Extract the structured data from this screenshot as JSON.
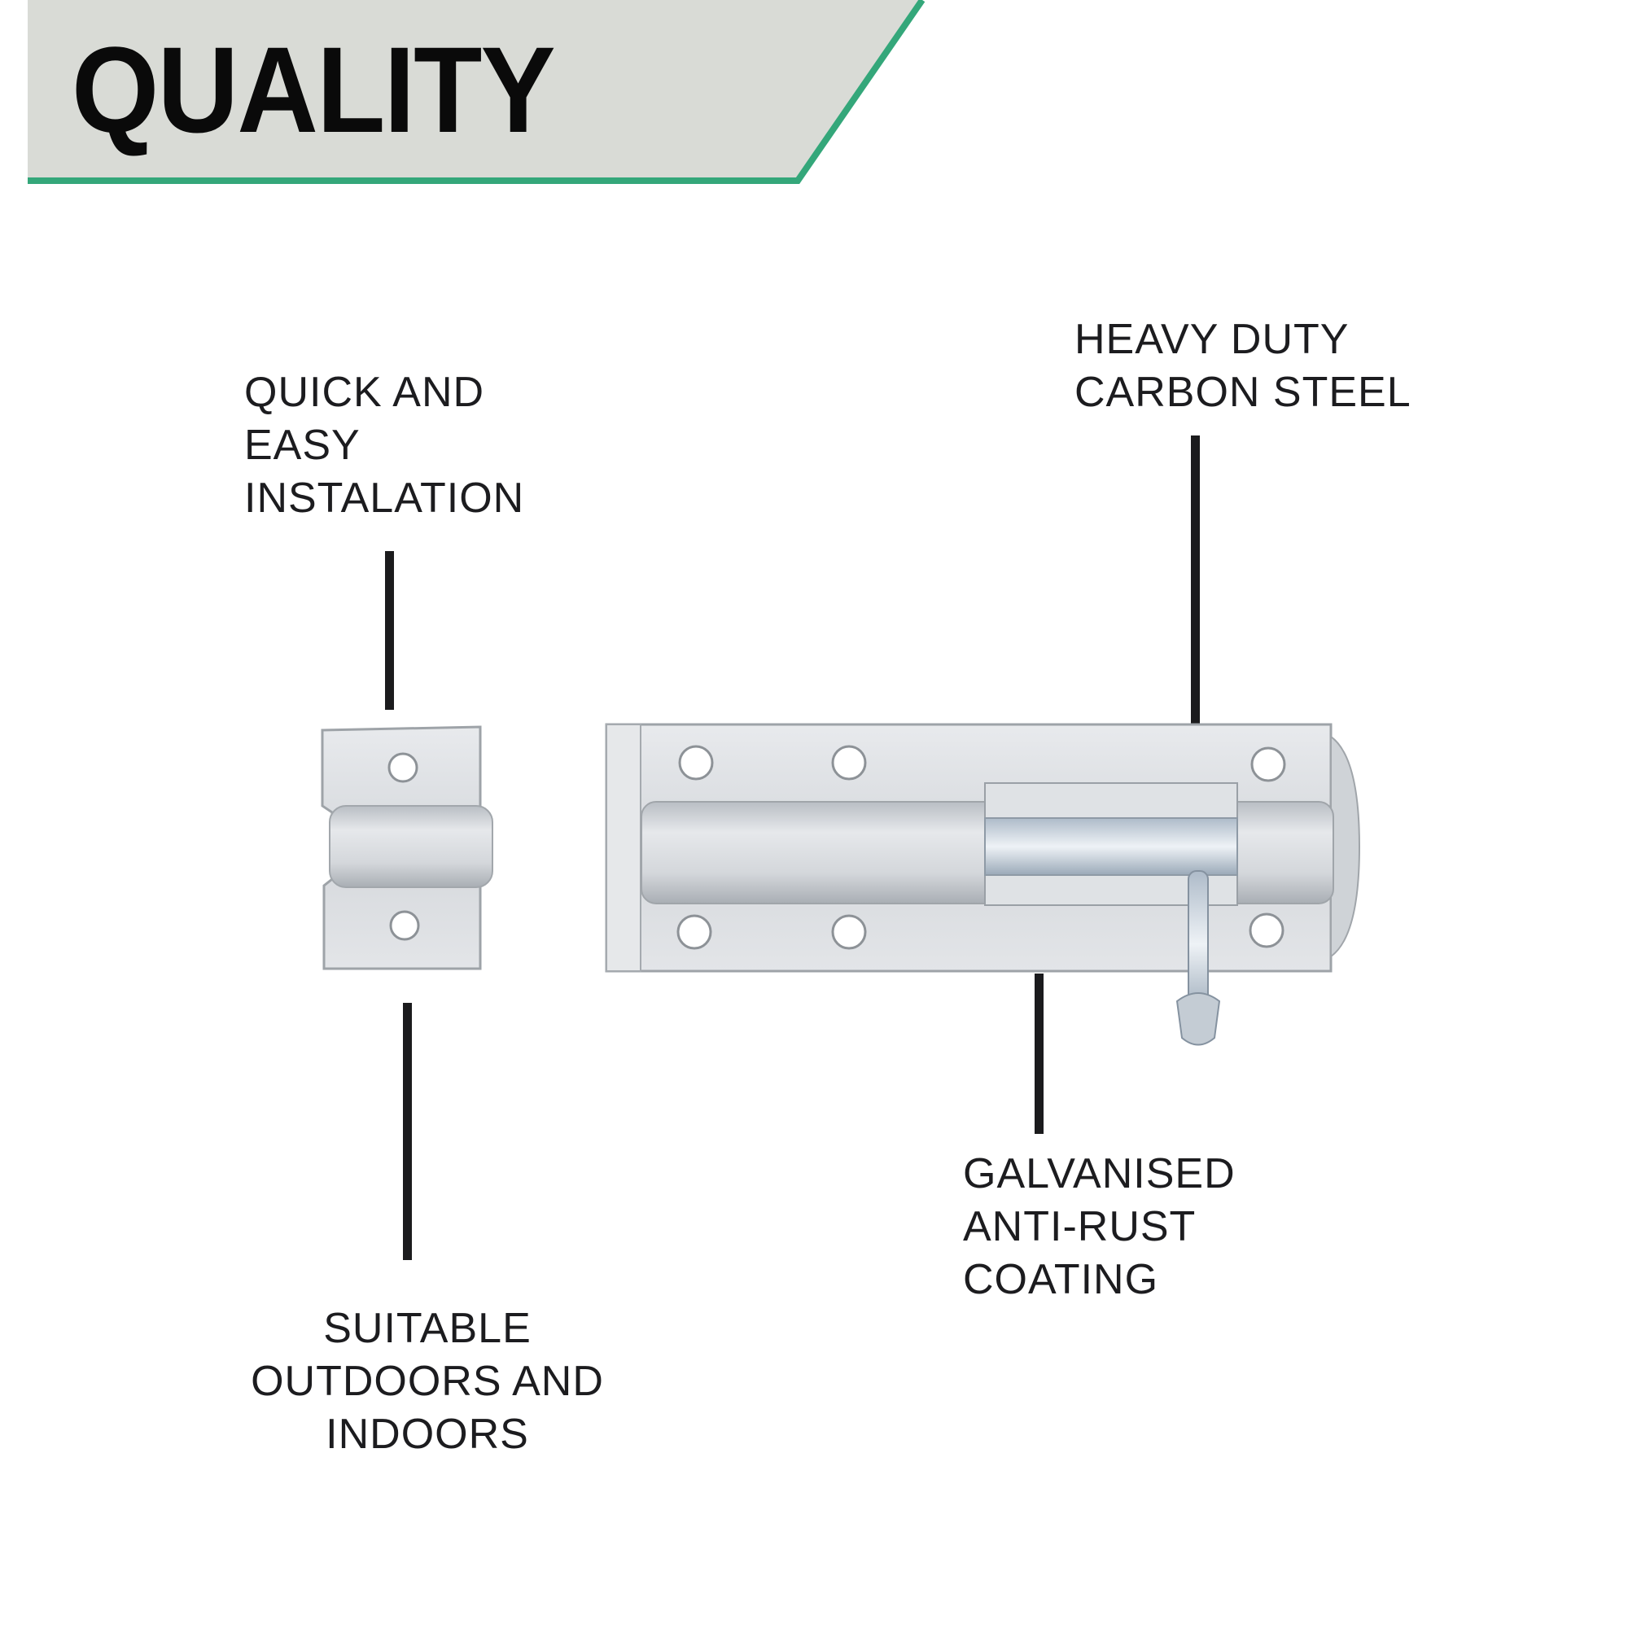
{
  "header": {
    "title": "QUALITY",
    "banner_color": "#d9dbd6",
    "accent_color": "#34a77a"
  },
  "callouts": {
    "installation": {
      "lines": [
        "QUICK AND",
        "EASY",
        "INSTALATION"
      ]
    },
    "material": {
      "lines": [
        "HEAVY DUTY",
        "CARBON STEEL"
      ]
    },
    "coating": {
      "lines": [
        "GALVANISED",
        "ANTI-RUST",
        "COATING"
      ]
    },
    "usage": {
      "lines": [
        "SUITABLE",
        "OUTDOORS AND",
        "INDOORS"
      ]
    }
  },
  "product": {
    "name": "galvanised-tower-bolt",
    "parts": [
      "keeper",
      "bolt-plate"
    ]
  }
}
